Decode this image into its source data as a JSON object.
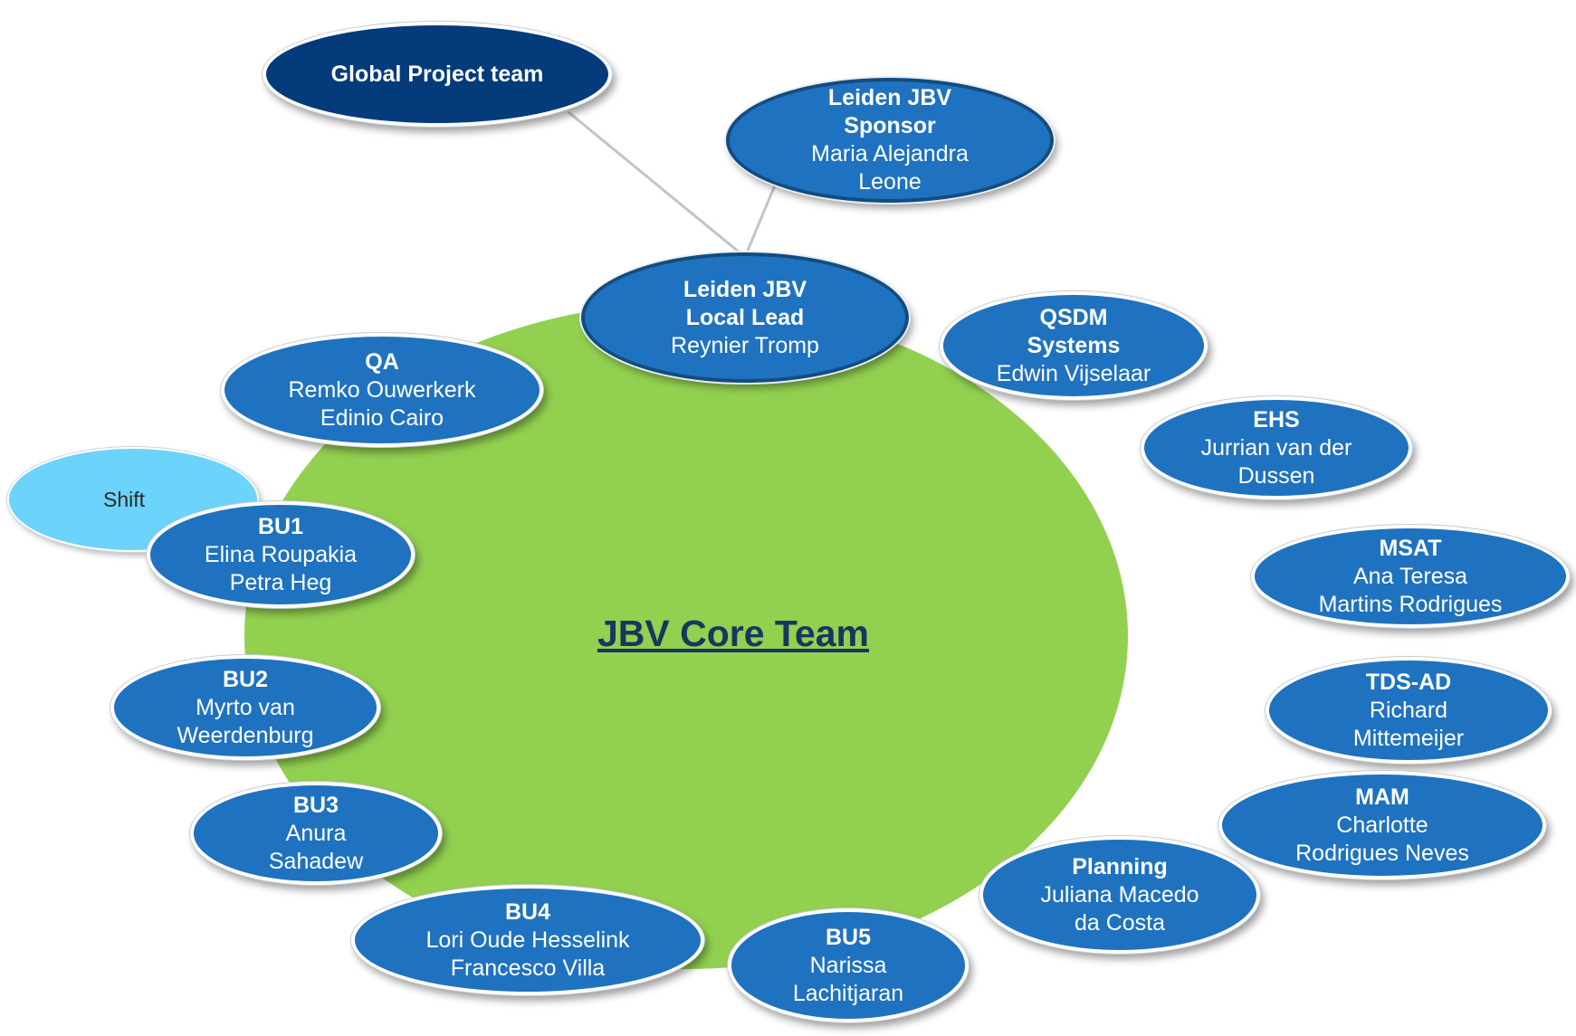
{
  "core_team": {
    "title": "JBV Core Team"
  },
  "global_team": {
    "label": "Global Project team"
  },
  "sponsor": {
    "role": [
      "Leiden JBV",
      "Sponsor"
    ],
    "names": [
      "Maria Alejandra",
      "Leone"
    ]
  },
  "local_lead": {
    "role": [
      "Leiden JBV",
      "Local Lead"
    ],
    "names": [
      "Reynier Tromp"
    ]
  },
  "shift": {
    "label": "Shift"
  },
  "members": [
    {
      "id": "qa",
      "role": "QA",
      "names": [
        "Remko Ouwerkerk",
        "Edinio Cairo"
      ]
    },
    {
      "id": "qsdm",
      "role": [
        "QSDM",
        "Systems"
      ],
      "names": [
        "Edwin  Vijselaar"
      ]
    },
    {
      "id": "ehs",
      "role": "EHS",
      "names": [
        "Jurrian van der",
        "Dussen"
      ]
    },
    {
      "id": "msat",
      "role": "MSAT",
      "names": [
        "Ana Teresa",
        "Martins Rodrigues"
      ]
    },
    {
      "id": "tds-ad",
      "role": "TDS-AD",
      "names": [
        "Richard",
        "Mittemeijer"
      ]
    },
    {
      "id": "mam",
      "role": "MAM",
      "names": [
        "Charlotte",
        "Rodrigues Neves"
      ]
    },
    {
      "id": "planning",
      "role": "Planning",
      "names": [
        "Juliana Macedo",
        "da Costa"
      ]
    },
    {
      "id": "bu5",
      "role": "BU5",
      "names": [
        "Narissa",
        "Lachitjaran"
      ]
    },
    {
      "id": "bu4",
      "role": "BU4",
      "names": [
        "Lori Oude Hesselink",
        "Francesco Villa"
      ]
    },
    {
      "id": "bu3",
      "role": "BU3",
      "names": [
        "Anura",
        "Sahadew"
      ]
    },
    {
      "id": "bu2",
      "role": "BU2",
      "names": [
        "Myrto van",
        "Weerdenburg"
      ]
    },
    {
      "id": "bu1",
      "role": "BU1",
      "names": [
        "Elina  Roupakia",
        "Petra Heg"
      ]
    }
  ],
  "colors": {
    "core_circle": "#92d050",
    "member_fill": "#1f72bf",
    "global_fill": "#043b7b",
    "shift_fill": "#6cd3fb",
    "connector": "#bfc5cc",
    "title": "#17375e"
  }
}
